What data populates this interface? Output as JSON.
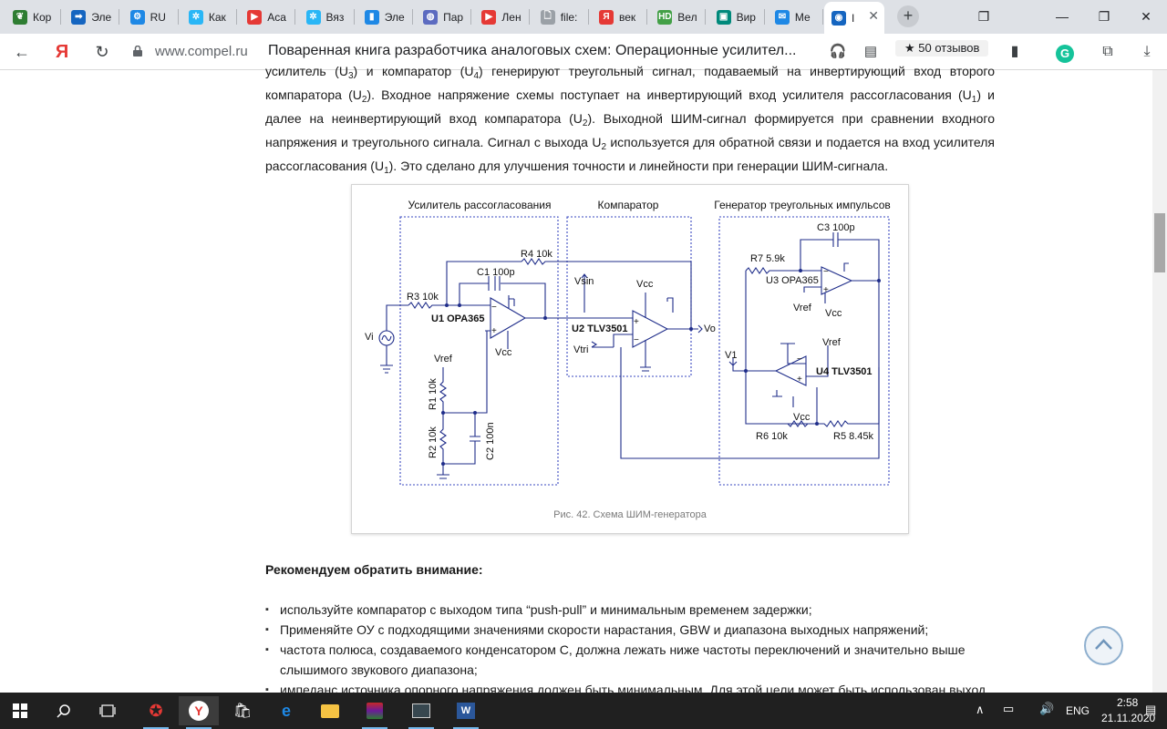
{
  "browser": {
    "tabs": [
      {
        "label": "Кор",
        "icon": "leaf-icon",
        "color": "#2e7d32"
      },
      {
        "label": "Эле",
        "icon": "arrow-icon",
        "color": "#1565c0"
      },
      {
        "label": "RU",
        "icon": "gear-icon",
        "color": "#1e88e5"
      },
      {
        "label": "Как",
        "icon": "star-icon",
        "color": "#29b6f6"
      },
      {
        "label": "Аса",
        "icon": "youtube-icon",
        "color": "#e53935"
      },
      {
        "label": "Вяз",
        "icon": "star-icon",
        "color": "#29b6f6"
      },
      {
        "label": "Эле",
        "icon": "bookmark-icon",
        "color": "#1e88e5"
      },
      {
        "label": "Пар",
        "icon": "globe-icon",
        "color": "#5c6bc0"
      },
      {
        "label": "Лен",
        "icon": "youtube-icon",
        "color": "#e53935"
      },
      {
        "label": "file:",
        "icon": "file-icon",
        "color": "#ffffff"
      },
      {
        "label": "век",
        "icon": "yandex-icon",
        "color": "#e53935"
      },
      {
        "label": "Вел",
        "icon": "hd-icon",
        "color": "#43a047"
      },
      {
        "label": "Вир",
        "icon": "book-icon",
        "color": "#00897b"
      },
      {
        "label": "Ме",
        "icon": "chat-icon",
        "color": "#1e88e5"
      },
      {
        "label": "I",
        "icon": "compel-icon",
        "color": "#1565c0"
      }
    ],
    "url_domain": "www.compel.ru",
    "page_title": "Поваренная книга разработчика аналоговых схем: Операционные усилител...",
    "reviews": "★ 50 отзывов"
  },
  "article": {
    "intro_html_parts": [
      "усилитель (U",
      "3",
      ") и компаратор (U",
      "4",
      ") генерируют треугольный сигнал, подаваемый на инвертирующий вход второго компаратора (U",
      "2",
      "). Входное напряжение схемы поступает на инвертирующий вход усилителя рассогласования (U",
      "1",
      ") и далее на неинвертирующий вход компаратора (U",
      "2",
      "). Выходной ШИМ-сигнал формируется при сравнении входного напряжения и треугольного сигнала. Сигнал с выхода U",
      "2",
      " используется для обратной связи и подается на вход усилителя рассогласования (U",
      "1",
      "). Это сделано для улучшения точности и линейности при генерации ШИМ-сигнала."
    ],
    "figure": {
      "caption": "Рис. 42. Схема ШИМ-генератора",
      "section_labels": [
        "Усилитель рассогласования",
        "Компаратор",
        "Генератор треугольных импульсов"
      ],
      "labels": {
        "r4": "R4 10k",
        "c1": "C1 100p",
        "r3": "R3 10k",
        "u1": "U1 OPA365",
        "vi": "Vi",
        "vcc1": "Vcc",
        "vref1": "Vref",
        "r1": "R1 10k",
        "r2": "R2 10k",
        "c2": "C2 100n",
        "vsin": "Vsin",
        "vcc2": "Vcc",
        "u2": "U2 TLV3501",
        "vtri": "Vtri",
        "vo": "Vo",
        "c3": "C3 100p",
        "r7": "R7 5.9k",
        "u3": "U3 OPA365",
        "vref3": "Vref",
        "vcc3": "Vcc",
        "v1": "V1",
        "vref4": "Vref",
        "u4": "U4 TLV3501",
        "vcc4": "Vcc",
        "r6": "R6 10k",
        "r5": "R5 8.45k"
      }
    },
    "recommend_title": "Рекомендуем обратить внимание:",
    "bullets": [
      "используйте компаратор с выходом типа “push-pull” и минимальным временем задержки;",
      "Применяйте ОУ с подходящими значениями скорости нарастания, GBW и диапазона выходных напряжений;",
      "частота полюса, создаваемого конденсатором С, должна лежать ниже частоты переключений и значительно выше слышимого звукового диапазона;",
      "импеданс источника опорного напряжения должен быть минимальным. Для этой цели может быть использован выход"
    ]
  },
  "taskbar": {
    "lang": "ENG",
    "time": "2:58",
    "date": "21.11.2020"
  }
}
